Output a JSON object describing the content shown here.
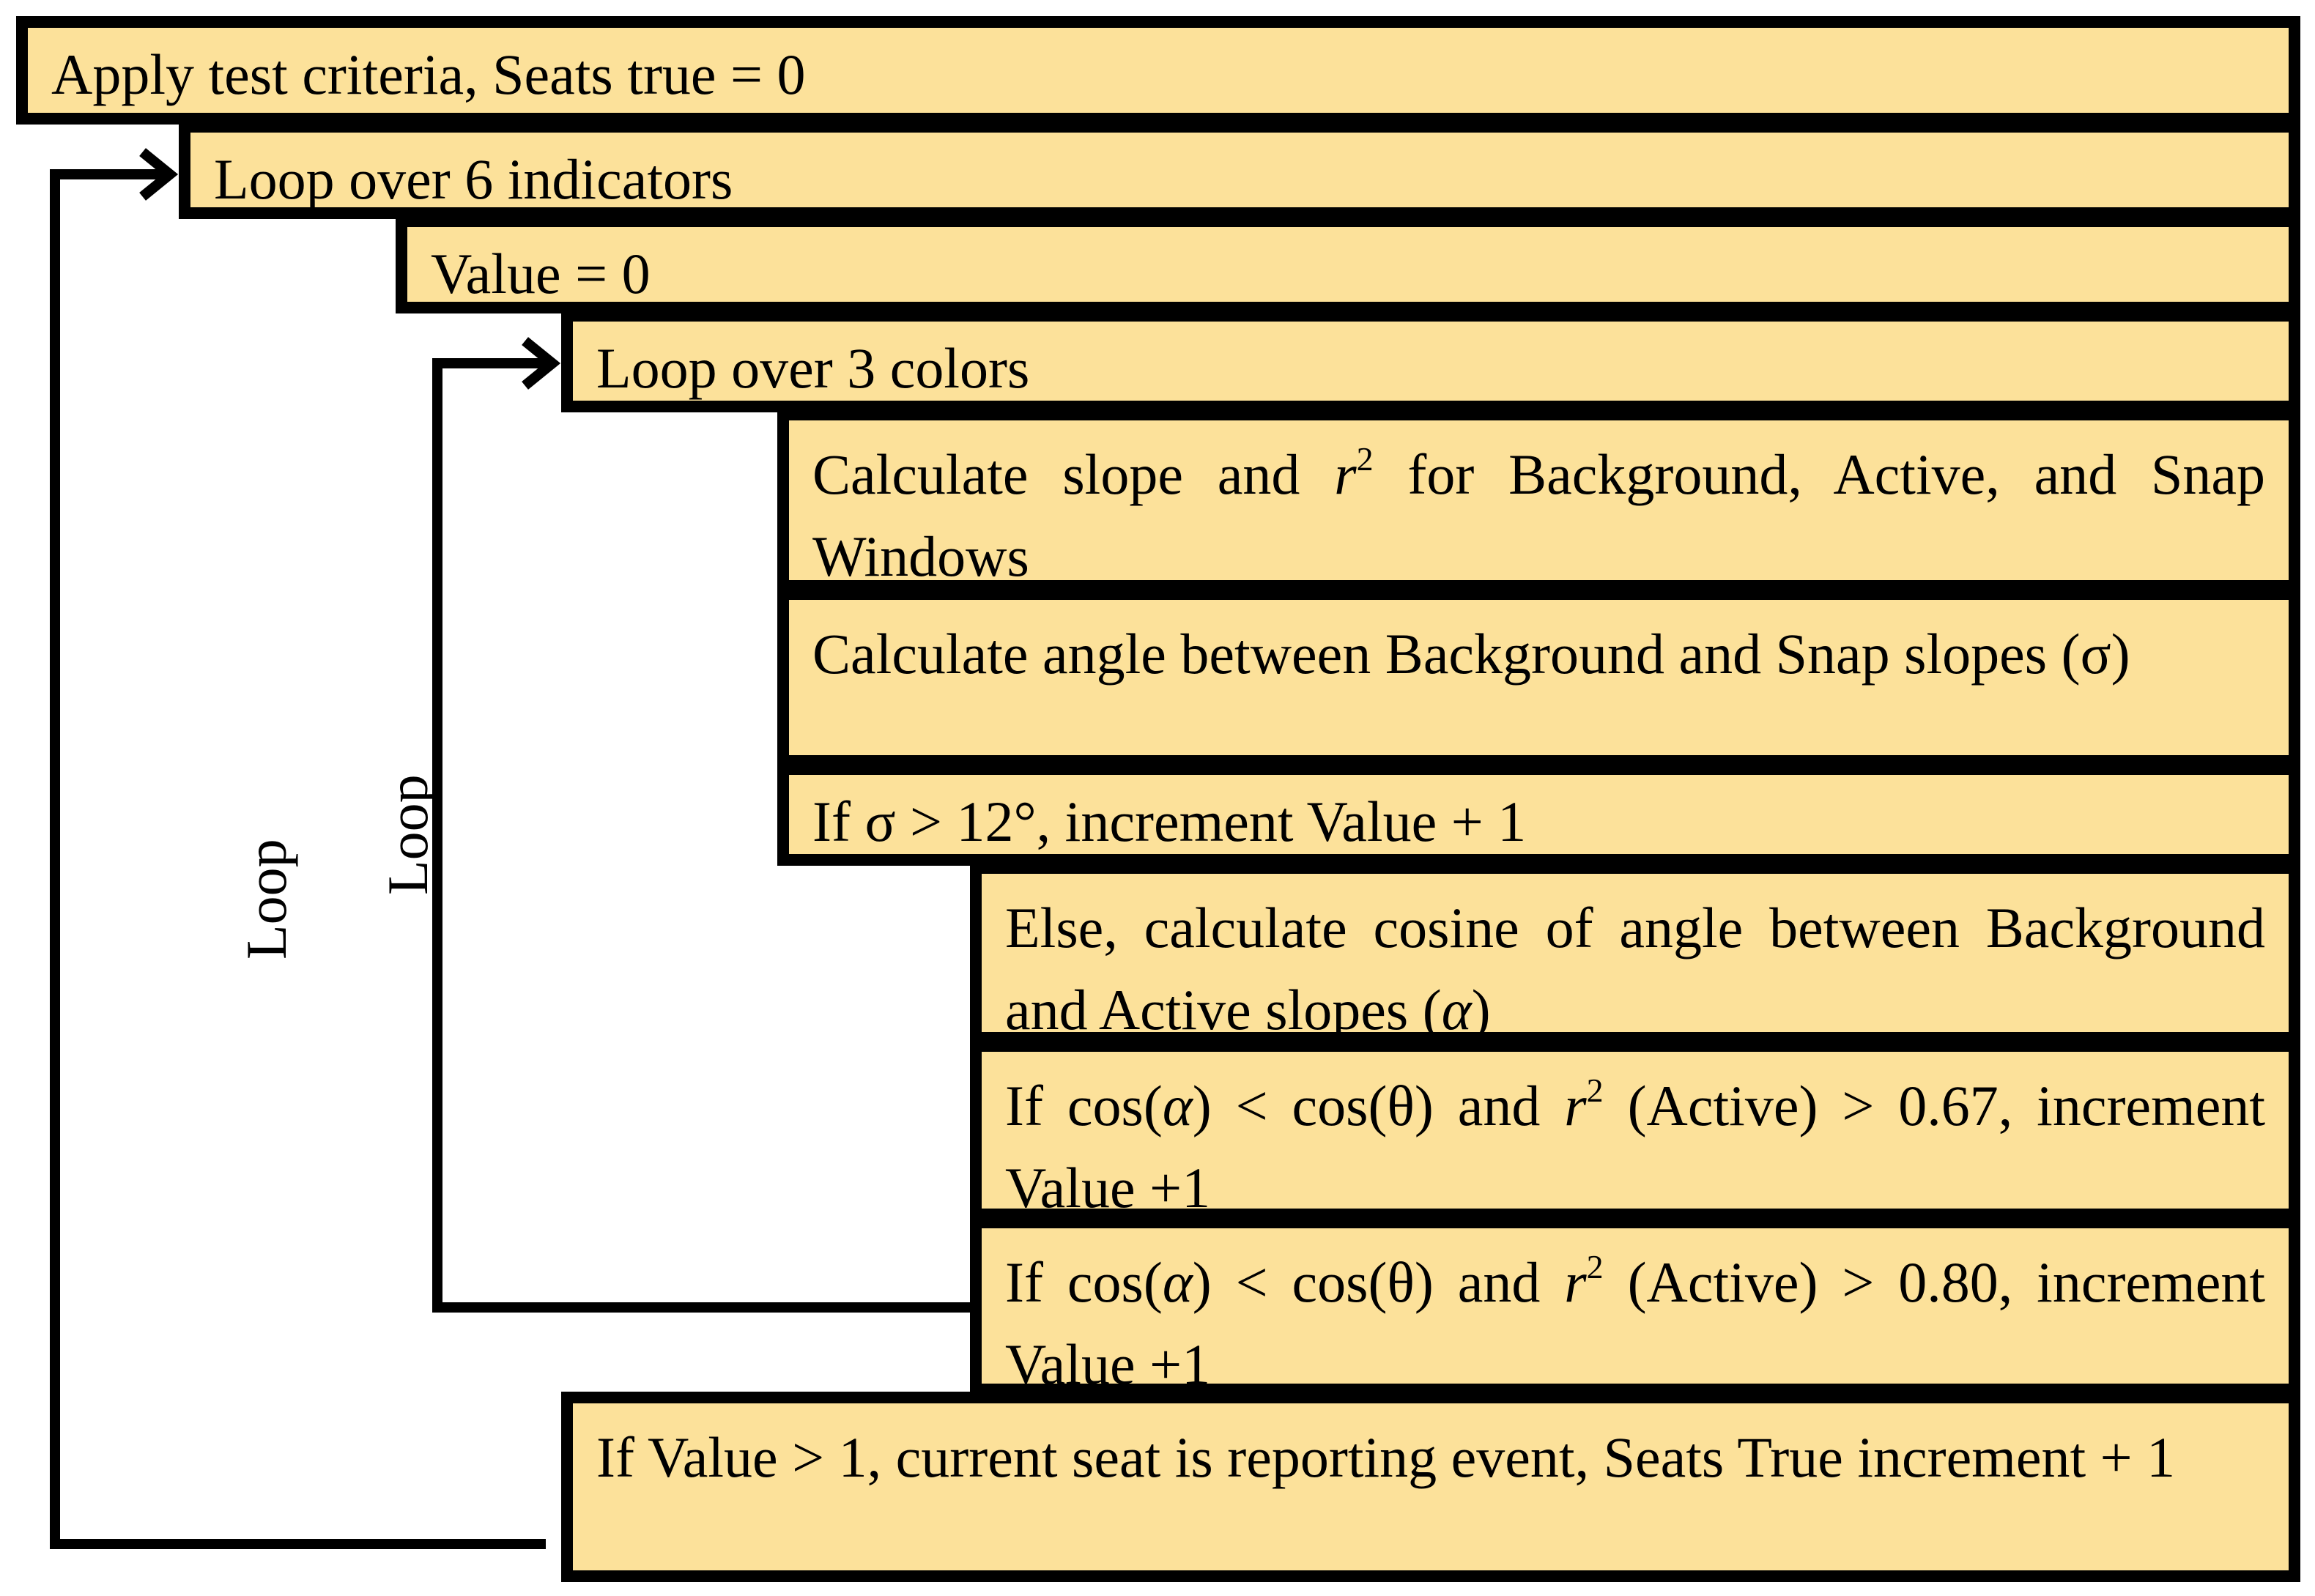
{
  "boxes": {
    "apply": "Apply test criteria, Seats true = 0",
    "loop_indicators": "Loop over 6 indicators",
    "value_zero": "Value = 0",
    "loop_colors": "Loop over 3 colors",
    "calc_slope_a": "Calculate slope and ",
    "calc_slope_r": "r",
    "calc_slope_sup": "2",
    "calc_slope_b": " for Background, Active, and Snap Windows",
    "calc_angle": "Calculate angle between Background and Snap slopes (σ)",
    "if_sigma": "If σ > 12°, increment Value + 1",
    "else_cos_a": "Else, calculate cosine of angle between Background and Active slopes (",
    "else_cos_alpha": "α",
    "else_cos_b": ")",
    "if067_a": "If cos(",
    "if067_alpha": "α",
    "if067_b": ") < cos(θ) and ",
    "if067_r": "r",
    "if067_sup": "2",
    "if067_c": " (Active) > 0.67, increment Value +1",
    "if080_a": "If cos(",
    "if080_alpha": "α",
    "if080_b": ") < cos(θ) and ",
    "if080_r": "r",
    "if080_sup": "2",
    "if080_c": " (Active) > 0.80, increment Value +1",
    "if_value": "If Value > 1, current seat is reporting event, Seats True increment + 1"
  },
  "loops": {
    "outer_label": "Loop",
    "inner_label": "Loop"
  },
  "colors": {
    "box_fill": "#FCE19A",
    "border": "#000000"
  }
}
